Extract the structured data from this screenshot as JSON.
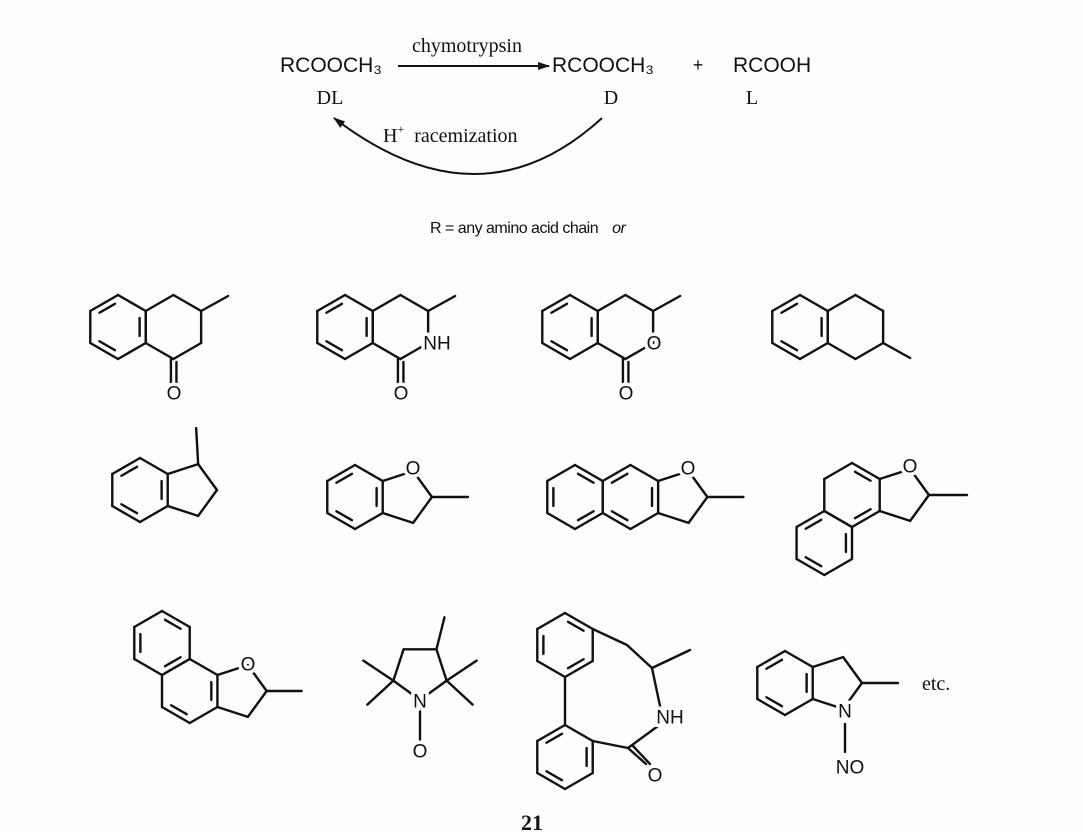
{
  "scheme": {
    "reactant": "RCOOCH₃",
    "reactant_config": "DL",
    "enzyme": "chymotrypsin",
    "product_ester": "RCOOCH₃",
    "product_ester_config": "D",
    "plus": "+",
    "product_acid": "RCOOH",
    "product_acid_config": "L",
    "recycle_label_ion": "H",
    "recycle_label_charge": "+",
    "recycle_label_text": "racemization"
  },
  "r_definition": {
    "text": "R = any amino acid chain",
    "suffix": "or"
  },
  "structures": [
    {
      "labels": [
        "O"
      ]
    },
    {
      "labels": [
        "NH",
        "O"
      ]
    },
    {
      "labels": [
        "O",
        "O"
      ]
    },
    {
      "labels": []
    },
    {
      "labels": []
    },
    {
      "labels": [
        "O"
      ]
    },
    {
      "labels": [
        "O"
      ]
    },
    {
      "labels": [
        "O"
      ]
    },
    {
      "labels": [
        "O"
      ]
    },
    {
      "labels": [
        "N",
        "O"
      ]
    },
    {
      "labels": [
        "NH",
        "O"
      ]
    },
    {
      "labels": [
        "N",
        "NO"
      ]
    }
  ],
  "etc_label": "etc.",
  "page_number": "21"
}
